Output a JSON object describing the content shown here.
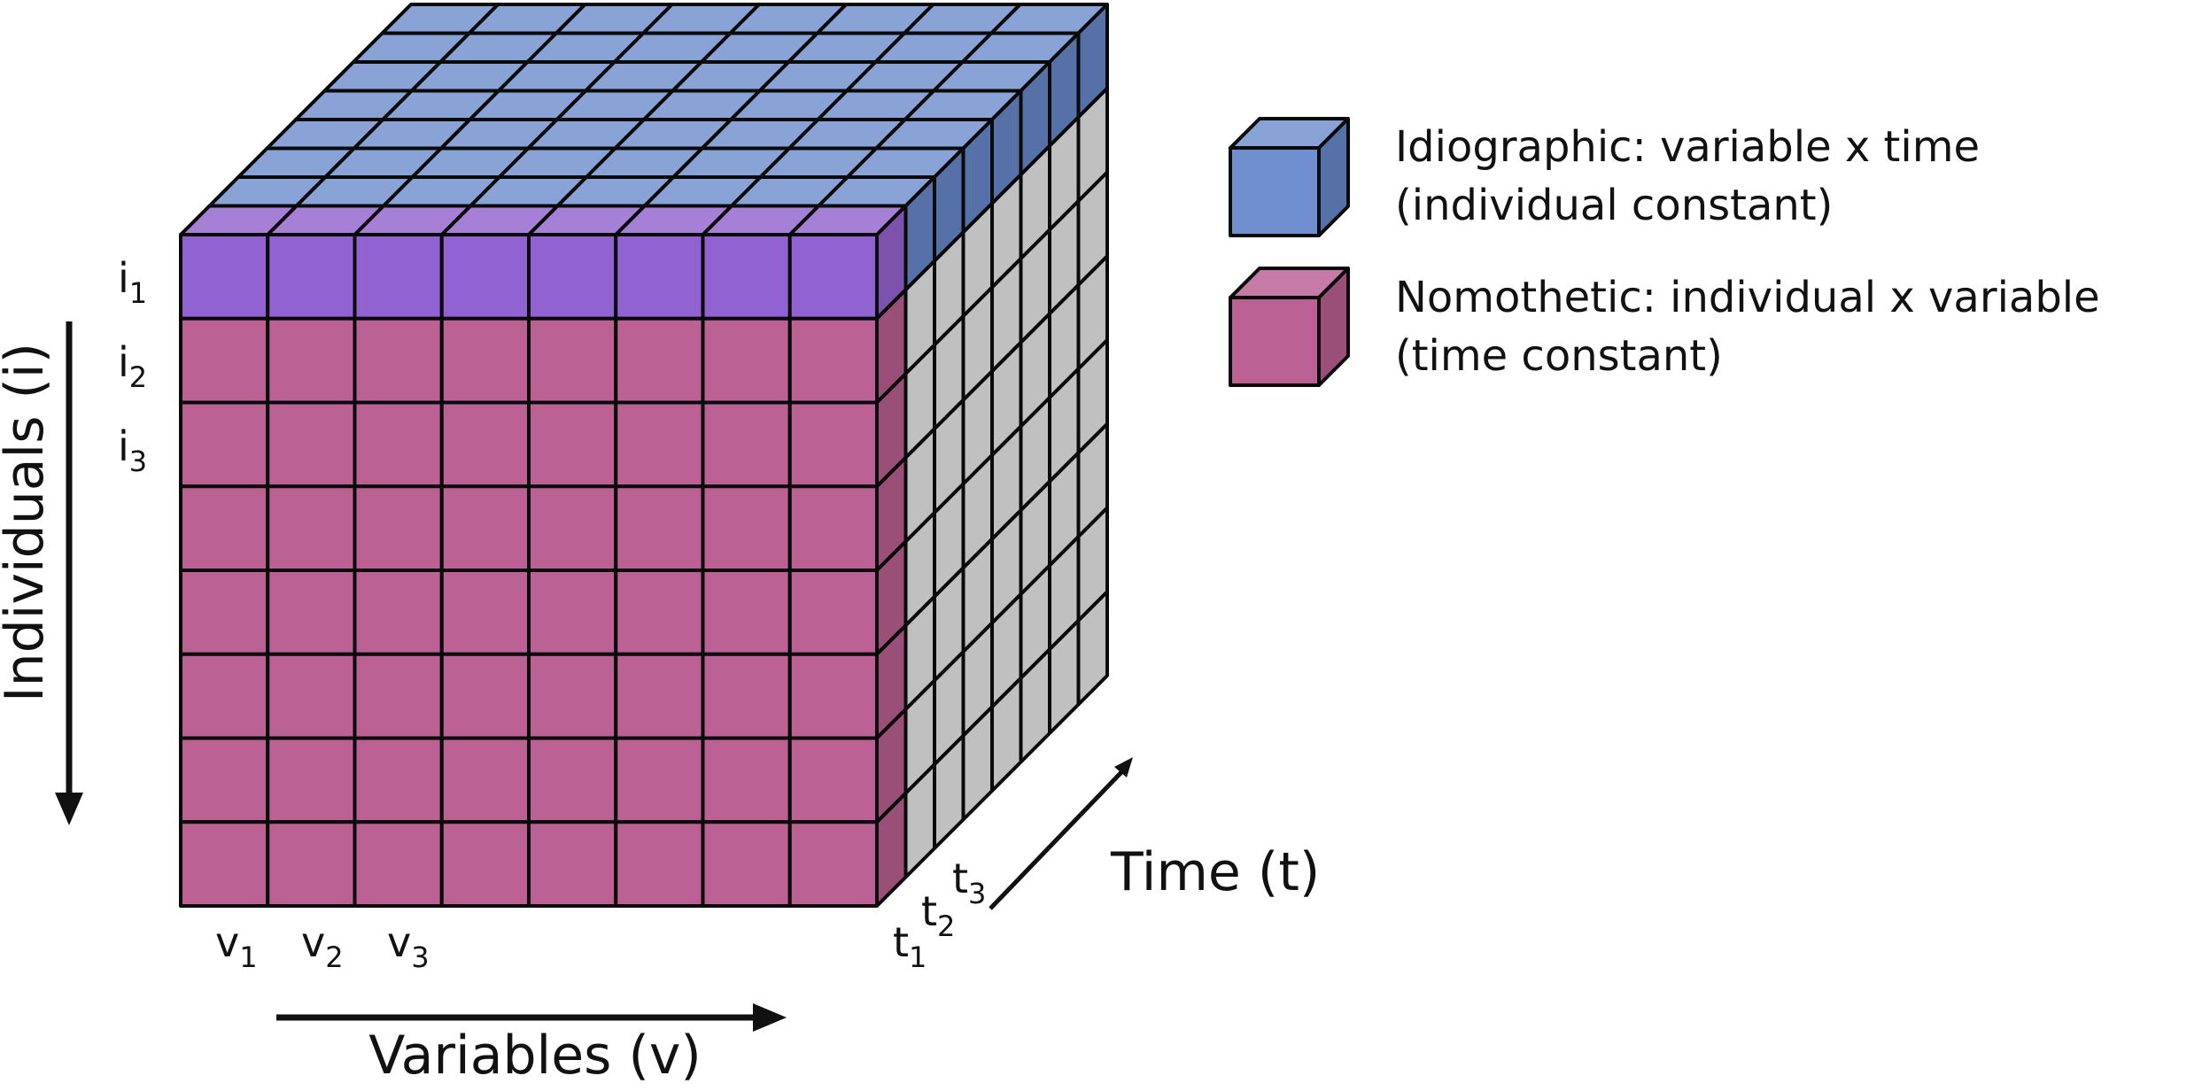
{
  "cube": {
    "variables_count": 8,
    "individuals_count": 8,
    "time_count": 8
  },
  "colors": {
    "grid_line": "#0a0a0a",
    "nomothetic_front": "#bb6193",
    "nomothetic_side": "#9a4f78",
    "nomothetic_top": "#c57ba5",
    "idiographic_front": "#6f8fcf",
    "idiographic_top": "#8aa3d6",
    "idiographic_side": "#5670a8",
    "overlap_front": "#9162d1",
    "overlap_top": "#a67fd6",
    "overlap_side": "#7d52ad",
    "other_side": "#c0c0c0"
  },
  "axes": {
    "individuals_label": "Individuals (i)",
    "variables_label": "Variables (v)",
    "time_label": "Time (t)"
  },
  "index_labels": {
    "individuals": [
      {
        "base": "i",
        "sub": "1"
      },
      {
        "base": "i",
        "sub": "2"
      },
      {
        "base": "i",
        "sub": "3"
      }
    ],
    "variables": [
      {
        "base": "v",
        "sub": "1"
      },
      {
        "base": "v",
        "sub": "2"
      },
      {
        "base": "v",
        "sub": "3"
      }
    ],
    "time": [
      {
        "base": "t",
        "sub": "1"
      },
      {
        "base": "t",
        "sub": "2"
      },
      {
        "base": "t",
        "sub": "3"
      }
    ]
  },
  "legend": [
    {
      "line1": "Idiographic: variable x time",
      "line2": "(individual constant)"
    },
    {
      "line1": "Nomothetic: individual x variable",
      "line2": "(time constant)"
    }
  ]
}
